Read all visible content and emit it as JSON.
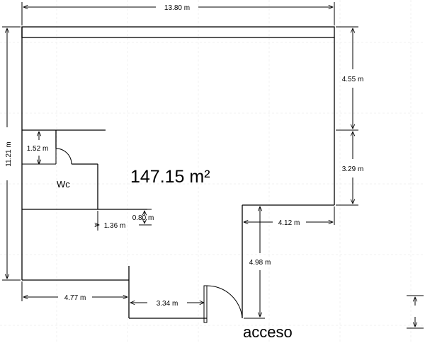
{
  "plan": {
    "total_area": "147.15 m²",
    "room_label": "Wc",
    "entrance_label": "acceso",
    "dimensions": {
      "width_top": "13.80 m",
      "height_left": "11.21 m",
      "right_upper": "4.55 m",
      "right_lower": "3.29 m",
      "notch_width": "4.12 m",
      "notch_height": "4.98 m",
      "wc_door": "1.52 m",
      "wc_width": "1.36 m",
      "wc_step": "0.80 m",
      "bottom_left": "4.77 m",
      "bottom_middle": "3.34 m"
    }
  }
}
